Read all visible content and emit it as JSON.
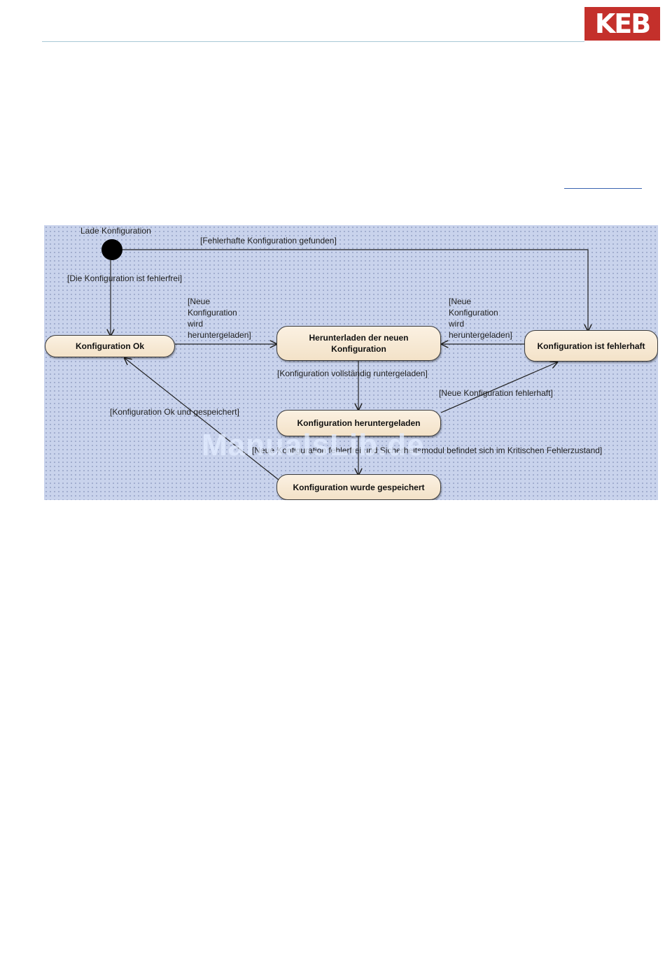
{
  "header": {
    "logo_text": "KEB",
    "logo_color": "#c4302b",
    "rule_color": "#a8c9d6"
  },
  "diagram": {
    "initial_label": "Lade Konfiguration",
    "states": {
      "ok": "Konfiguration Ok",
      "downloading": "Herunterladen der neuen\nKonfiguration",
      "error": "Konfiguration ist fehlerhaft",
      "downloaded": "Konfiguration heruntergeladen",
      "saved": "Konfiguration wurde gespeichert"
    },
    "transitions": {
      "faulty_found": "[Fehlerhafte Konfiguration gefunden]",
      "error_free": "[Die Konfiguration ist fehlerfrei]",
      "new_download_1": "[Neue\nKonfiguration\nwird\nheruntergeladen]",
      "new_download_2": "[Neue\nKonfiguration\nwird\nheruntergeladen]",
      "complete": "[Konfiguration vollständig runtergeladen]",
      "new_faulty": "[Neue Konfiguration fehlerhaft]",
      "ok_saved": "[Konfiguration Ok und gespeichert]",
      "critical": "[Neue Konfiguration fehlerfrei und Sicherheitsmodul befindet sich im Kritischen Fehlerzustand]"
    },
    "watermark": "ManualsLib.de"
  }
}
